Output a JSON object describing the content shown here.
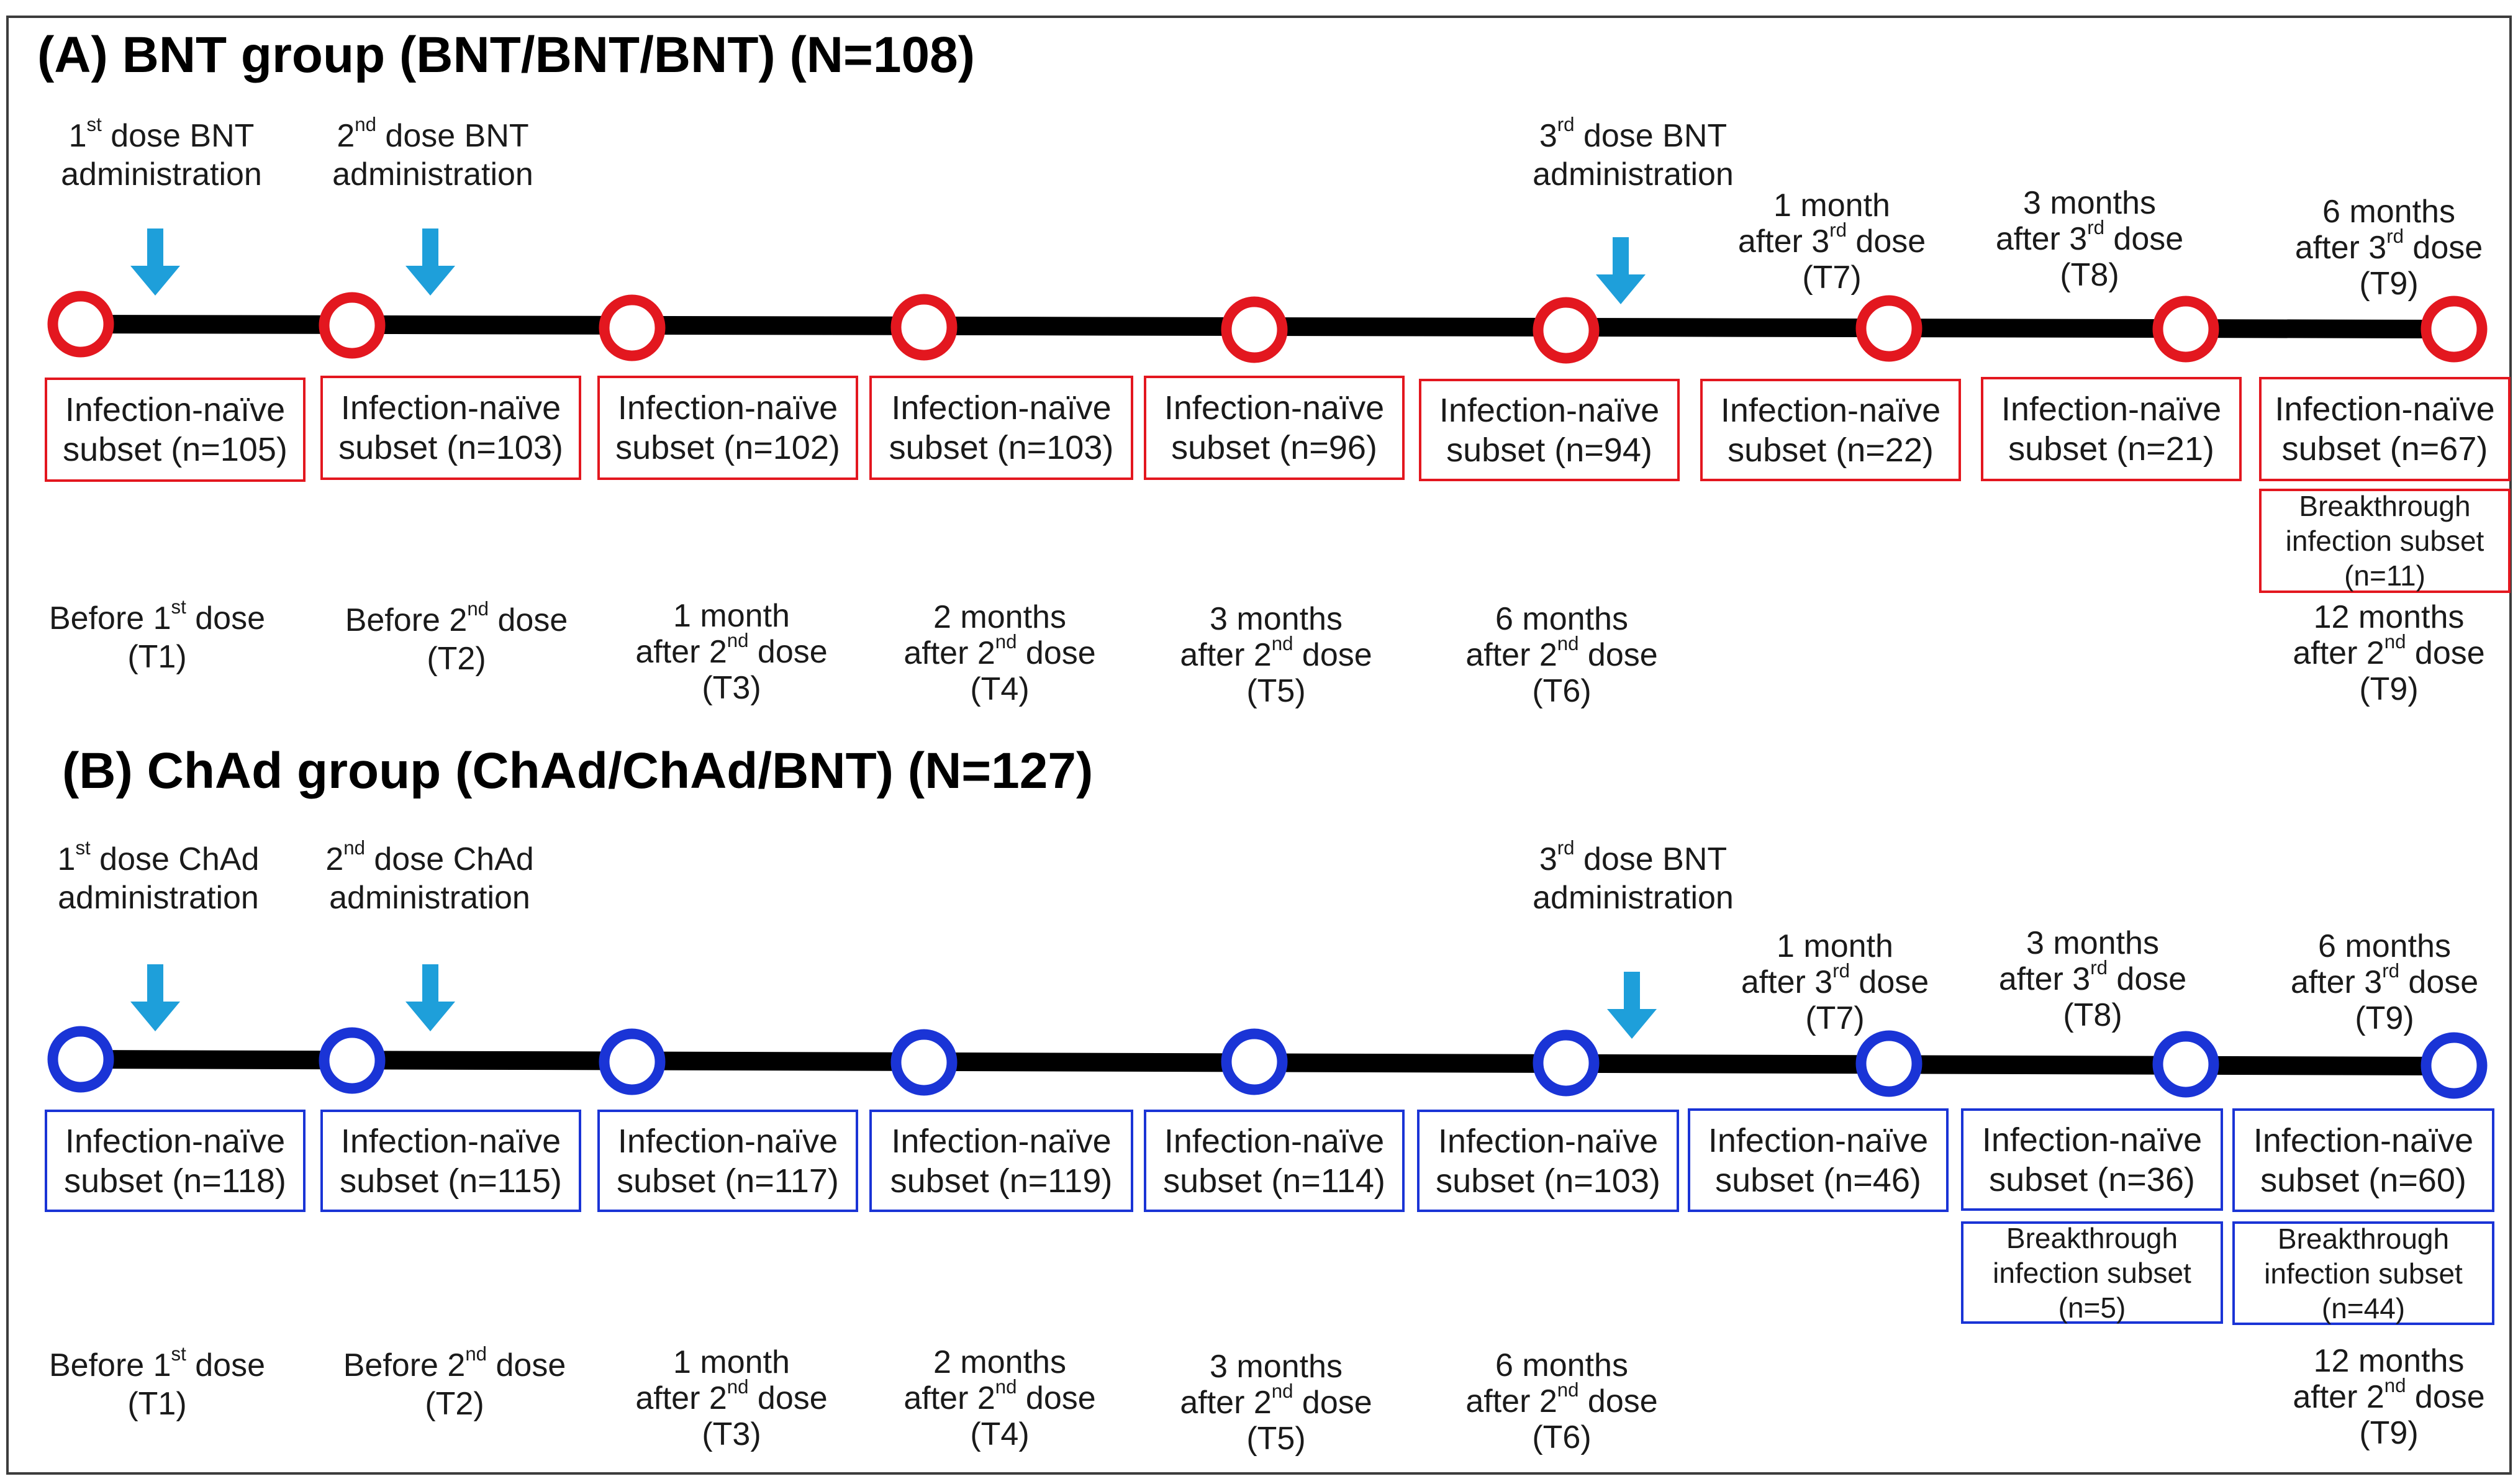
{
  "colors": {
    "red": "#e3171f",
    "blue": "#1a34d6",
    "arrow": "#1e9fda",
    "line": "#000000"
  },
  "icons": {
    "arrow": "down-arrow-icon",
    "node": "circle-node"
  },
  "panels": [
    {
      "id": "a",
      "title": "(A) BNT group (BNT/BNT/BNT) (N=108)",
      "color_key": "red",
      "dose_labels": [
        {
          "l1a": "1",
          "sup": "st",
          "l1b": " dose BNT",
          "l2": "administration"
        },
        {
          "l1a": "2",
          "sup": "nd",
          "l1b": " dose BNT",
          "l2": "administration"
        },
        {
          "l1a": "3",
          "sup": "rd",
          "l1b": " dose BNT",
          "l2": "administration"
        }
      ],
      "upper_times": [
        {
          "l1": "1 month",
          "l2a": "after 3",
          "sup": "rd",
          "l2b": " dose",
          "l3": "(T7)"
        },
        {
          "l1": "3 months",
          "l2a": "after 3",
          "sup": "rd",
          "l2b": " dose",
          "l3": "(T8)"
        },
        {
          "l1": "6 months",
          "l2a": "after 3",
          "sup": "rd",
          "l2b": " dose",
          "l3": "(T9)"
        }
      ],
      "boxes": [
        {
          "l1": "Infection-naïve",
          "l2": "subset (n=105)"
        },
        {
          "l1": "Infection-naïve",
          "l2": "subset (n=103)"
        },
        {
          "l1": "Infection-naïve",
          "l2": "subset (n=102)"
        },
        {
          "l1": "Infection-naïve",
          "l2": "subset (n=103)"
        },
        {
          "l1": "Infection-naïve",
          "l2": "subset (n=96)"
        },
        {
          "l1": "Infection-naïve",
          "l2": "subset (n=94)"
        },
        {
          "l1": "Infection-naïve",
          "l2": "subset (n=22)"
        },
        {
          "l1": "Infection-naïve",
          "l2": "subset (n=21)"
        },
        {
          "l1": "Infection-naïve",
          "l2": "subset (n=67)"
        }
      ],
      "breakthrough": [
        {
          "l1": "Breakthrough",
          "l2": "infection subset",
          "l3": "(n=11)"
        }
      ],
      "lower_times": [
        {
          "l1a": "Before 1",
          "sup": "st",
          "l1b": " dose",
          "l2": "(T1)"
        },
        {
          "l1a": "Before 2",
          "sup": "nd",
          "l1b": " dose",
          "l2": "(T2)"
        },
        {
          "l1": "1 month",
          "l2a": "after 2",
          "sup": "nd",
          "l2b": " dose",
          "l3": "(T3)"
        },
        {
          "l1": "2 months",
          "l2a": "after 2",
          "sup": "nd",
          "l2b": " dose",
          "l3": "(T4)"
        },
        {
          "l1": "3 months",
          "l2a": "after 2",
          "sup": "nd",
          "l2b": " dose",
          "l3": "(T5)"
        },
        {
          "l1": "6 months",
          "l2a": "after 2",
          "sup": "nd",
          "l2b": " dose",
          "l3": "(T6)"
        },
        {
          "l1": "12 months",
          "l2a": "after 2",
          "sup": "nd",
          "l2b": " dose",
          "l3": "(T9)"
        }
      ]
    },
    {
      "id": "b",
      "title": "(B) ChAd group (ChAd/ChAd/BNT) (N=127)",
      "color_key": "blue",
      "dose_labels": [
        {
          "l1a": "1",
          "sup": "st",
          "l1b": " dose ChAd",
          "l2": "administration"
        },
        {
          "l1a": "2",
          "sup": "nd",
          "l1b": " dose ChAd",
          "l2": "administration"
        },
        {
          "l1a": "3",
          "sup": "rd",
          "l1b": " dose BNT",
          "l2": "administration"
        }
      ],
      "upper_times": [
        {
          "l1": "1 month",
          "l2a": "after 3",
          "sup": "rd",
          "l2b": " dose",
          "l3": "(T7)"
        },
        {
          "l1": "3 months",
          "l2a": "after 3",
          "sup": "rd",
          "l2b": " dose",
          "l3": "(T8)"
        },
        {
          "l1": "6 months",
          "l2a": "after 3",
          "sup": "rd",
          "l2b": " dose",
          "l3": "(T9)"
        }
      ],
      "boxes": [
        {
          "l1": "Infection-naïve",
          "l2": "subset (n=118)"
        },
        {
          "l1": "Infection-naïve",
          "l2": "subset (n=115)"
        },
        {
          "l1": "Infection-naïve",
          "l2": "subset (n=117)"
        },
        {
          "l1": "Infection-naïve",
          "l2": "subset (n=119)"
        },
        {
          "l1": "Infection-naïve",
          "l2": "subset (n=114)"
        },
        {
          "l1": "Infection-naïve",
          "l2": "subset (n=103)"
        },
        {
          "l1": "Infection-naïve",
          "l2": "subset (n=46)"
        },
        {
          "l1": "Infection-naïve",
          "l2": "subset (n=36)"
        },
        {
          "l1": "Infection-naïve",
          "l2": "subset (n=60)"
        }
      ],
      "breakthrough": [
        {
          "l1": "Breakthrough",
          "l2": "infection subset",
          "l3": "(n=5)"
        },
        {
          "l1": "Breakthrough",
          "l2": "infection subset",
          "l3": "(n=44)"
        }
      ],
      "lower_times": [
        {
          "l1a": "Before 1",
          "sup": "st",
          "l1b": " dose",
          "l2": "(T1)"
        },
        {
          "l1a": "Before 2",
          "sup": "nd",
          "l1b": " dose",
          "l2": "(T2)"
        },
        {
          "l1": "1 month",
          "l2a": "after 2",
          "sup": "nd",
          "l2b": " dose",
          "l3": "(T3)"
        },
        {
          "l1": "2 months",
          "l2a": "after 2",
          "sup": "nd",
          "l2b": " dose",
          "l3": "(T4)"
        },
        {
          "l1": "3 months",
          "l2a": "after 2",
          "sup": "nd",
          "l2b": " dose",
          "l3": "(T5)"
        },
        {
          "l1": "6 months",
          "l2a": "after 2",
          "sup": "nd",
          "l2b": " dose",
          "l3": "(T6)"
        },
        {
          "l1": "12 months",
          "l2a": "after 2",
          "sup": "nd",
          "l2b": " dose",
          "l3": "(T9)"
        }
      ]
    }
  ]
}
